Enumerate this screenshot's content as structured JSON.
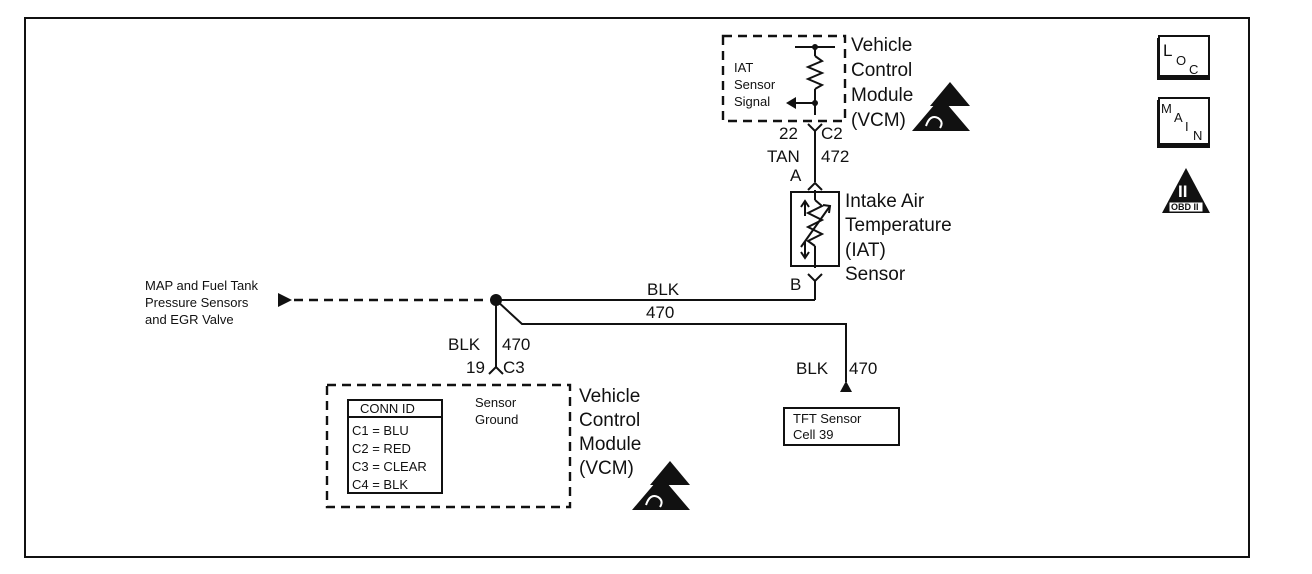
{
  "vcm_top": {
    "title_lines": [
      "Vehicle",
      "Control",
      "Module",
      "(VCM)"
    ],
    "signal_lines": [
      "IAT",
      "Sensor",
      "Signal"
    ]
  },
  "iat_connector": {
    "pin": "22",
    "connector": "C2",
    "wire_color": "TAN",
    "circuit": "472",
    "terminal_a": "A",
    "terminal_b": "B"
  },
  "iat_sensor": {
    "label_lines": [
      "Intake Air",
      "Temperature",
      "(IAT)",
      "Sensor"
    ]
  },
  "map_note": {
    "lines": [
      "MAP and Fuel Tank",
      "Pressure Sensors",
      "and EGR Valve"
    ]
  },
  "ground_wire": {
    "color": "BLK",
    "circuit": "470"
  },
  "vcm_ground_connector": {
    "color": "BLK",
    "circuit": "470",
    "pin": "19",
    "connector": "C3"
  },
  "tft_branch": {
    "color": "BLK",
    "circuit": "470",
    "box_lines": [
      "TFT Sensor",
      "Cell 39"
    ]
  },
  "vcm_bottom": {
    "title_lines": [
      "Vehicle",
      "Control",
      "Module",
      "(VCM)"
    ],
    "ground_lines": [
      "Sensor",
      "Ground"
    ],
    "conn_table": {
      "header": "CONN ID",
      "rows": [
        "C1 = BLU",
        "C2 = RED",
        "C3 = CLEAR",
        "C4 = BLK"
      ]
    }
  },
  "side_icons": {
    "loc": {
      "big": "L",
      "mid": "O",
      "small": "C"
    },
    "main": {
      "l1": "M",
      "l2": "A",
      "l3": "I",
      "l4": "N"
    },
    "obd": {
      "roman": "II",
      "label": "OBD II"
    }
  }
}
